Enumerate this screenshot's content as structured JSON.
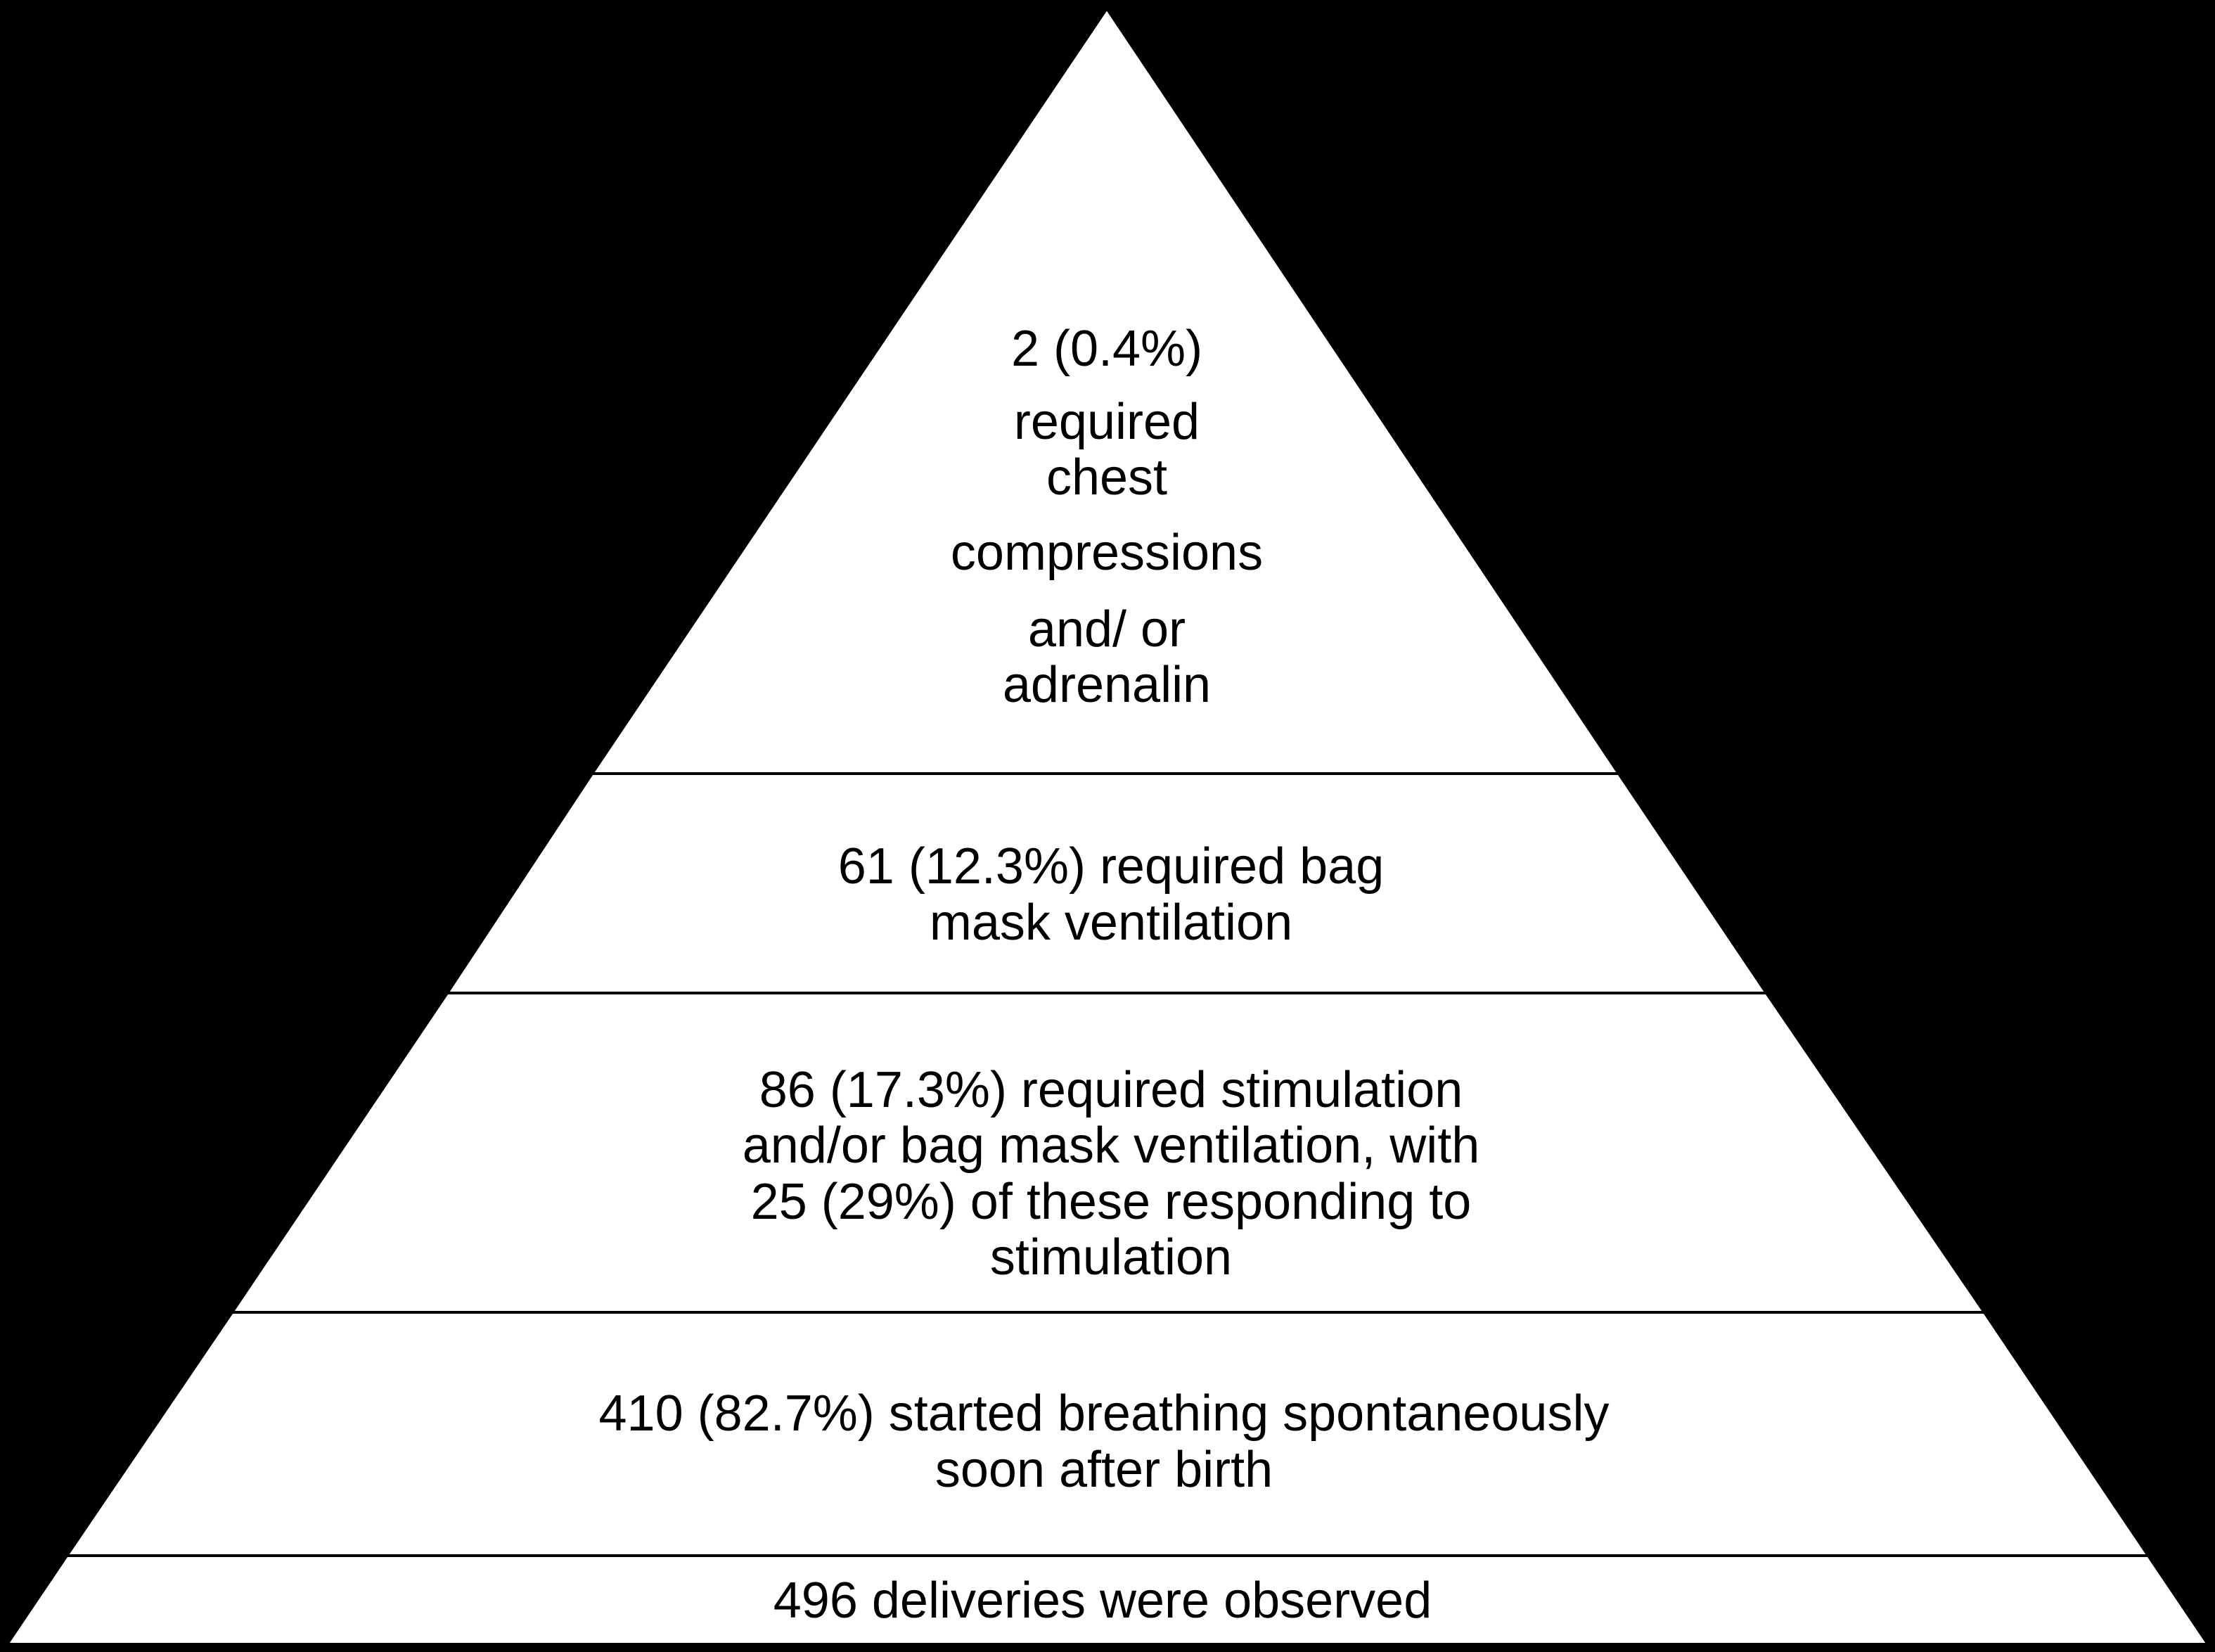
{
  "colors": {
    "background": "#000000",
    "tier_fill": "#ffffff",
    "outline": "#000000",
    "text": "#000000"
  },
  "diagram": {
    "type": "pyramid",
    "tiers": [
      {
        "id": "apex",
        "lines": [
          "2 (0.4%)",
          "required",
          "chest",
          "compressions",
          "and/ or",
          "adrenalin"
        ]
      },
      {
        "id": "bag-mask",
        "lines": [
          "61 (12.3%) required bag",
          "mask ventilation"
        ]
      },
      {
        "id": "stimulation",
        "lines": [
          "86 (17.3%) required stimulation",
          "and/or bag mask ventilation, with",
          "25 (29%) of these responding to",
          "stimulation"
        ]
      },
      {
        "id": "spontaneous",
        "lines": [
          "410 (82.7%) started breathing spontaneously",
          "soon after birth"
        ]
      },
      {
        "id": "base",
        "lines": [
          "496 deliveries were observed"
        ]
      }
    ]
  }
}
